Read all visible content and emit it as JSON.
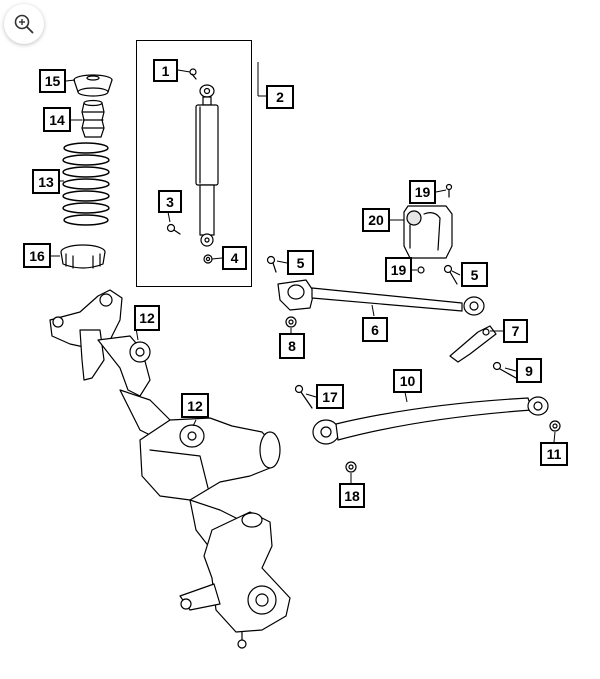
{
  "toolbar": {
    "zoom_icon": "zoom-in-icon"
  },
  "callouts": {
    "c1": "1",
    "c2": "2",
    "c3": "3",
    "c4": "4",
    "c5a": "5",
    "c5b": "5",
    "c6": "6",
    "c7": "7",
    "c8": "8",
    "c9": "9",
    "c10": "10",
    "c11": "11",
    "c12a": "12",
    "c12b": "12",
    "c13": "13",
    "c14": "14",
    "c15": "15",
    "c16": "16",
    "c17": "17",
    "c18": "18",
    "c19a": "19",
    "c19b": "19",
    "c20": "20"
  },
  "colors": {
    "line": "#000000",
    "fill": "#ffffff",
    "shade": "#e6e6e6"
  }
}
